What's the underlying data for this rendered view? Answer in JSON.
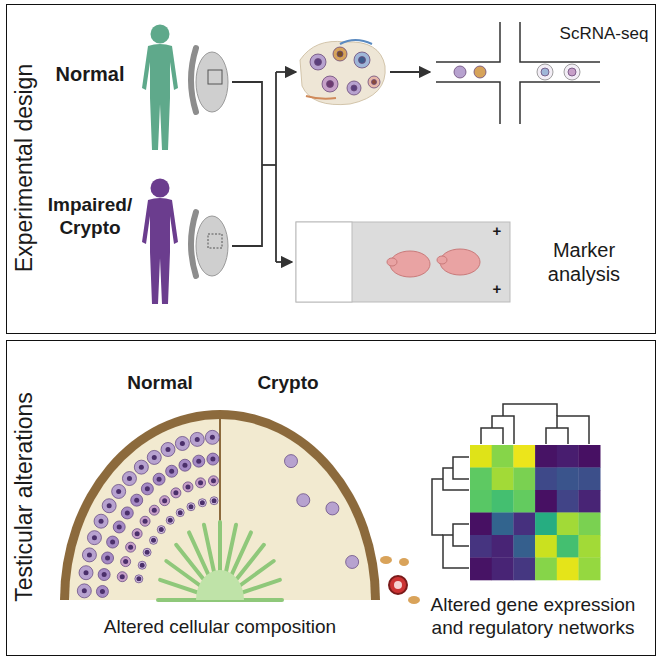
{
  "diagram": {
    "nodes": [
      {
        "text": [
          "Experimental design"
        ]
      },
      {
        "text": [
          "Testicular alterations"
        ]
      }
    ],
    "labels": [
      "Normal",
      "Impaired/ Crypto",
      "ScRNA-seq",
      "+",
      "+",
      "Marker analysis",
      "Normal",
      "Crypto",
      "Altered cellular composition",
      "Altered gene expression and regulatory networks"
    ]
  }
}
